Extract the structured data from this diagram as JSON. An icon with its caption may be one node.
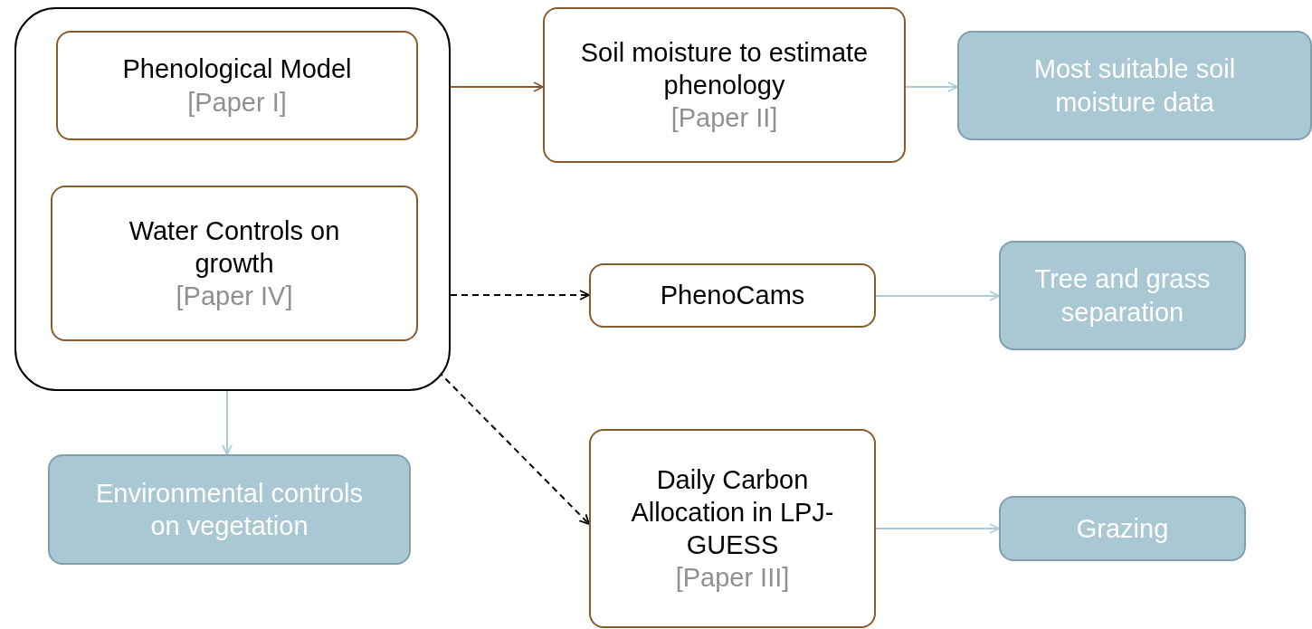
{
  "diagram": {
    "nodes": [
      {
        "text": [],
        "shape": "box"
      },
      {
        "text": [
          "Phenological Model",
          "[Paper I]"
        ],
        "in": 0
      },
      {
        "text": [
          "Water Controls on growth",
          "[Paper IV]"
        ],
        "in": 0
      },
      {
        "text": [
          "Soil moisture to estimate phenology",
          "[Paper II]"
        ]
      },
      {
        "text": [
          "Most suitable soil moisture data"
        ]
      },
      {
        "text": [
          "PhenoCams"
        ]
      },
      {
        "text": [
          "Tree and grass separation"
        ]
      },
      {
        "text": [
          "Environmental controls on vegetation"
        ]
      },
      {
        "text": [
          "Daily Carbon Allocation in LPJ-GUESS",
          "[Paper III]"
        ]
      },
      {
        "text": [
          "Grazing"
        ]
      }
    ],
    "edges": [
      {
        "from": 1,
        "to": 3,
        "arrow": "to",
        "color": "#8b5a2b"
      },
      {
        "from": 3,
        "to": 4,
        "arrow": "to"
      },
      {
        "from": 0,
        "to": 5,
        "arrow": "to",
        "style": "dashed",
        "color": "#000000"
      },
      {
        "from": 5,
        "to": 6,
        "arrow": "to"
      },
      {
        "from": 0,
        "to": 7,
        "arrow": "to"
      },
      {
        "from": 0,
        "to": 8,
        "arrow": "to",
        "style": "dashed",
        "color": "#000000"
      },
      {
        "from": 8,
        "to": 9,
        "arrow": "to"
      }
    ]
  }
}
